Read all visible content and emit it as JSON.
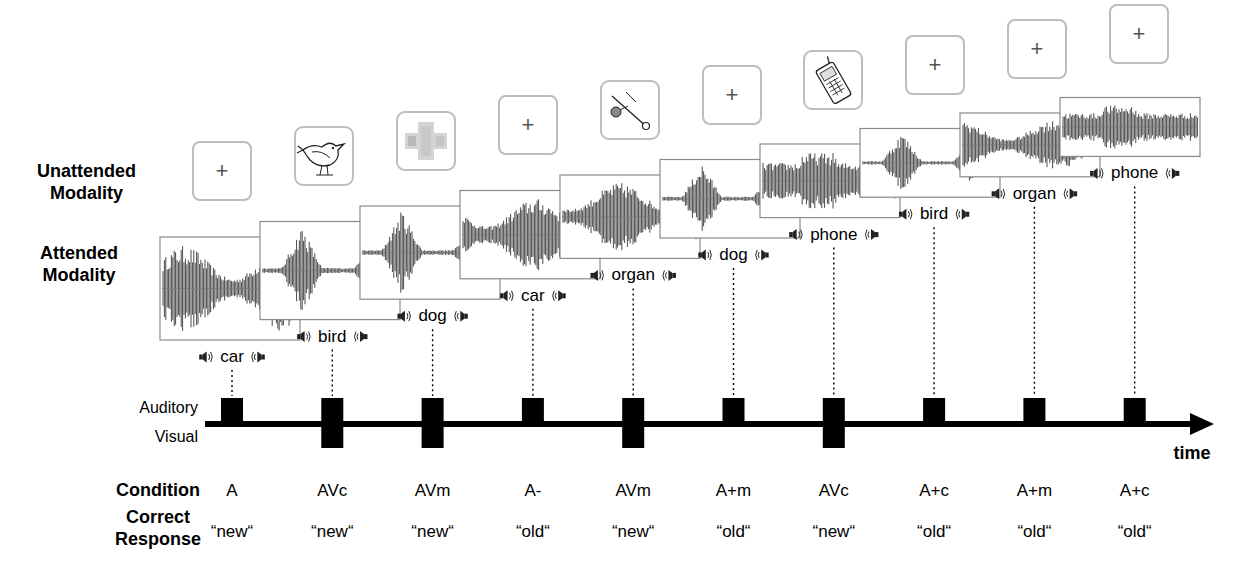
{
  "diagram": {
    "nodes": [
      {
        "text": [
          "+"
        ]
      },
      {
        "text": [
          "+"
        ]
      },
      {
        "text": [
          "+"
        ]
      },
      {
        "text": [
          "+"
        ]
      },
      {
        "text": [
          "+"
        ]
      },
      {
        "text": [
          "+"
        ]
      }
    ],
    "labels": [
      "Unattended Modality",
      "Attended Modality",
      "car",
      "bird",
      "dog",
      "car",
      "organ",
      "dog",
      "phone",
      "bird",
      "organ",
      "phone",
      "Auditory",
      "Visual",
      "time",
      "Condition",
      "A",
      "AVc",
      "AVm",
      "A-",
      "AVm",
      "A+m",
      "AVc",
      "A+c",
      "A+m",
      "A+c",
      "Correct Response",
      "“new“",
      "“new“",
      "“new“",
      "“old“",
      "“new“",
      "“old“",
      "“new“",
      "“old“",
      "“old“",
      "“old“"
    ]
  }
}
